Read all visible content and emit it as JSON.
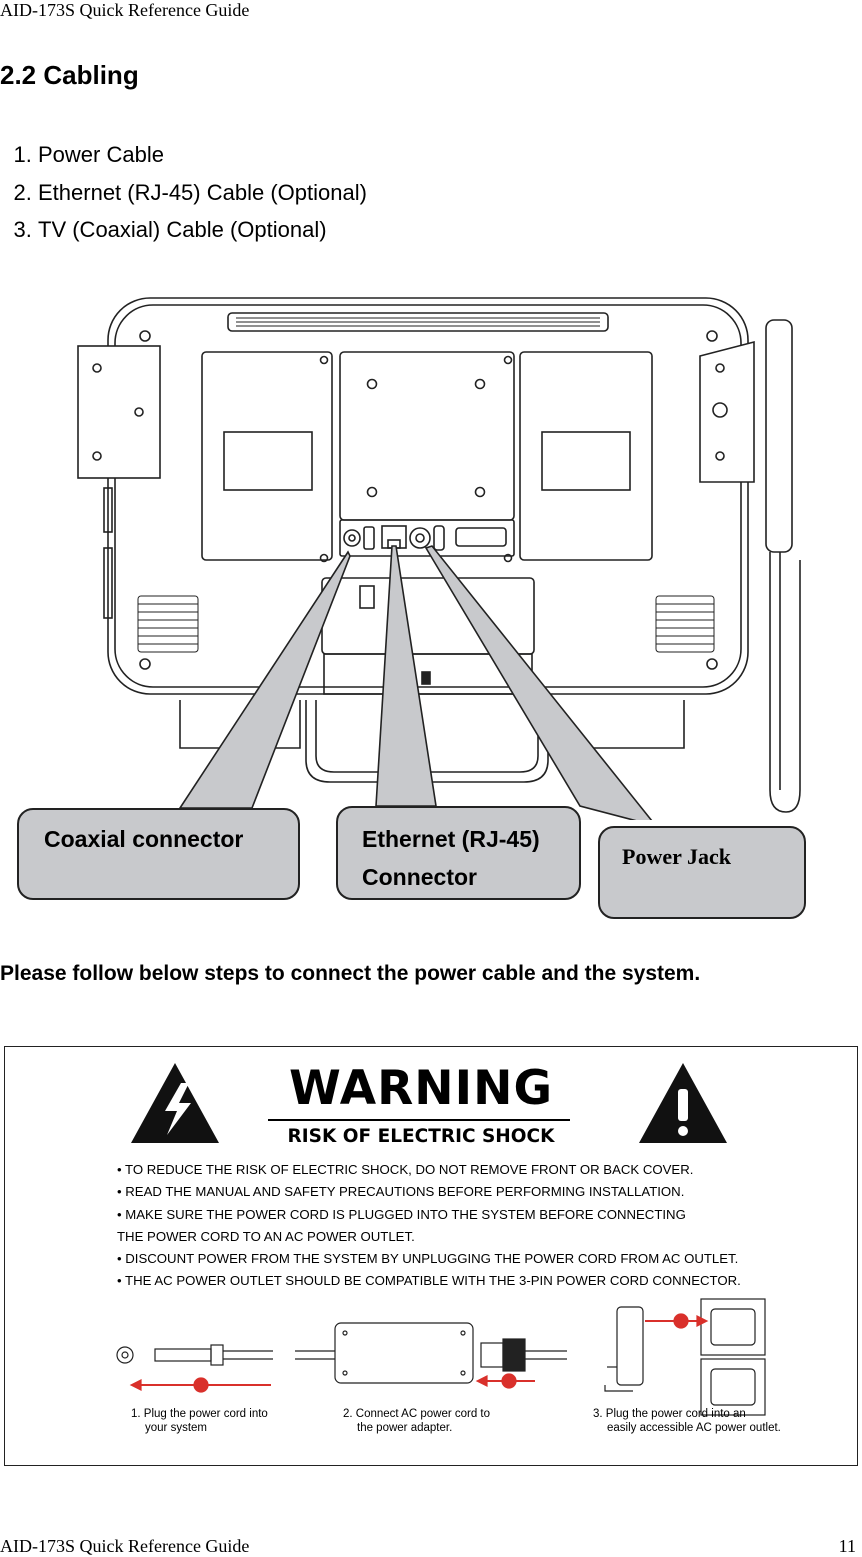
{
  "header": {
    "text": "AID-173S Quick Reference Guide"
  },
  "section": {
    "title": "2.2 Cabling"
  },
  "cable_list": [
    "Power Cable",
    "Ethernet (RJ-45) Cable (Optional)",
    "TV (Coaxial) Cable (Optional)"
  ],
  "callouts": {
    "coaxial": "Coaxial connector",
    "ethernet_line1": "Ethernet (RJ-45)",
    "ethernet_line2": "Connector",
    "power": "Power Jack"
  },
  "instruction": "Please follow below steps to connect the power cable and the system.",
  "warning": {
    "title": "WARNING",
    "subtitle": "RISK OF ELECTRIC SHOCK",
    "lines": [
      "• TO REDUCE THE RISK OF ELECTRIC SHOCK, DO NOT REMOVE FRONT OR BACK COVER.",
      "• READ THE MANUAL AND SAFETY PRECAUTIONS BEFORE PERFORMING INSTALLATION.",
      "• MAKE SURE THE POWER CORD IS PLUGGED INTO THE SYSTEM BEFORE CONNECTING",
      "   THE POWER CORD TO AN AC POWER OUTLET.",
      "• DISCOUNT POWER FROM THE SYSTEM BY UNPLUGGING THE POWER CORD FROM AC OUTLET.",
      "• THE AC POWER OUTLET SHOULD BE COMPATIBLE WITH THE 3-PIN POWER CORD CONNECTOR."
    ],
    "steps": [
      {
        "line1": "1. Plug the power cord into",
        "line2": "your system",
        "num": "1"
      },
      {
        "line1": "2. Connect AC power cord to",
        "line2": "the power adapter.",
        "num": "2"
      },
      {
        "line1": "3. Plug the power cord into an",
        "line2": "easily accessible AC power outlet.",
        "num": "3"
      }
    ],
    "icons": [
      "lightning-warning-icon",
      "exclamation-warning-icon"
    ]
  },
  "footer": {
    "text": "AID-173S Quick Reference Guide",
    "page": "11"
  },
  "colors": {
    "callout_fill": "#c8c9cc",
    "badge_red": "#d9302b"
  }
}
